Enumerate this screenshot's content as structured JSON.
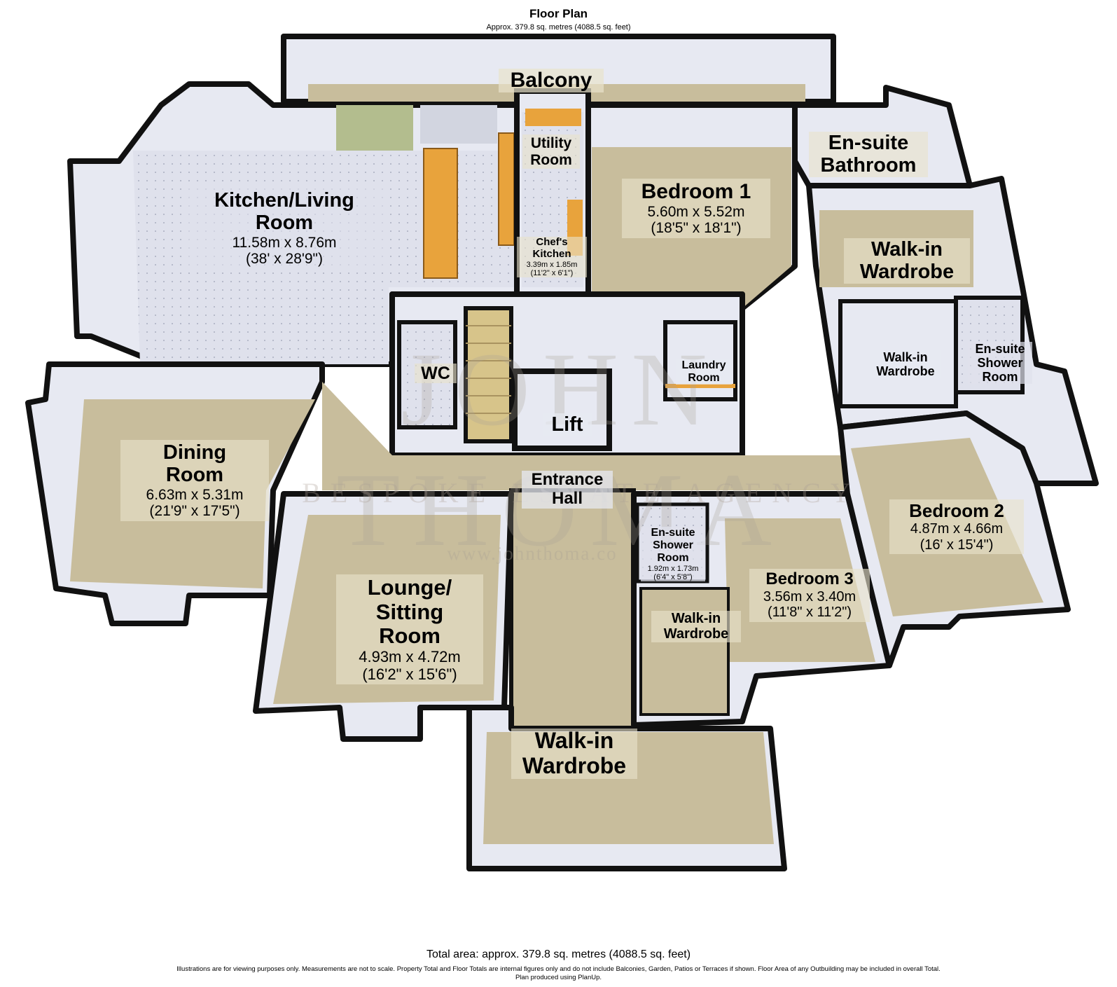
{
  "header": {
    "title": "Floor Plan",
    "subtitle": "Approx. 379.8 sq. metres (4088.5 sq. feet)"
  },
  "rooms": [
    {
      "name": "Balcony",
      "metric": "",
      "imperial": ""
    },
    {
      "name": "Utility\nRoom",
      "metric": "",
      "imperial": ""
    },
    {
      "name": "Kitchen/Living\nRoom",
      "metric": "11.58m x 8.76m",
      "imperial": "(38' x 28'9\")"
    },
    {
      "name": "Chef's\nKitchen",
      "metric": "3.39m x 1.85m",
      "imperial": "(11'2\" x 6'1\")"
    },
    {
      "name": "Bedroom 1",
      "metric": "5.60m x 5.52m",
      "imperial": "(18'5\" x 18'1\")"
    },
    {
      "name": "En-suite\nBathroom",
      "metric": "",
      "imperial": ""
    },
    {
      "name": "Walk-in\nWardrobe",
      "metric": "",
      "imperial": ""
    },
    {
      "name": "Walk-in\nWardrobe",
      "metric": "",
      "imperial": ""
    },
    {
      "name": "En-suite\nShower\nRoom",
      "metric": "",
      "imperial": ""
    },
    {
      "name": "WC",
      "metric": "",
      "imperial": ""
    },
    {
      "name": "Laundry\nRoom",
      "metric": "",
      "imperial": ""
    },
    {
      "name": "Lift",
      "metric": "",
      "imperial": ""
    },
    {
      "name": "Dining\nRoom",
      "metric": "6.63m x 5.31m",
      "imperial": "(21'9\" x 17'5\")"
    },
    {
      "name": "Entrance\nHall",
      "metric": "",
      "imperial": ""
    },
    {
      "name": "Bedroom 2",
      "metric": "4.87m x 4.66m",
      "imperial": "(16' x 15'4\")"
    },
    {
      "name": "En-suite\nShower\nRoom",
      "metric": "1.92m x 1.73m",
      "imperial": "(6'4\" x 5'8\")"
    },
    {
      "name": "Bedroom 3",
      "metric": "3.56m x 3.40m",
      "imperial": "(11'8\" x 11'2\")"
    },
    {
      "name": "Lounge/\nSitting\nRoom",
      "metric": "4.93m x 4.72m",
      "imperial": "(16'2\" x 15'6\")"
    },
    {
      "name": "Walk-in\nWardrobe",
      "metric": "",
      "imperial": ""
    },
    {
      "name": "Walk-in\nWardrobe",
      "metric": "",
      "imperial": ""
    }
  ],
  "watermark": {
    "line1": "JOHN THOMA",
    "line2": "BESPOKE ESTATE AGENCY",
    "line3": "www.johnthoma.co"
  },
  "footer": {
    "total": "Total area: approx. 379.8 sq. metres (4088.5 sq. feet)",
    "disclaimer": "Illustrations are for viewing purposes only. Measurements are not to scale. Property Total and Floor Totals are internal figures only and do not include Balconies, Garden, Patios or Terraces if shown. Floor Area of any Outbuilding may be included in overall Total.",
    "credit": "Plan produced using PlanUp."
  },
  "colors": {
    "wall": "#111111",
    "wall_face": "#e7e9f2",
    "carpet": "#c8bd9c",
    "tile": "#dfe1ec",
    "worktop": "#e8a33c"
  }
}
